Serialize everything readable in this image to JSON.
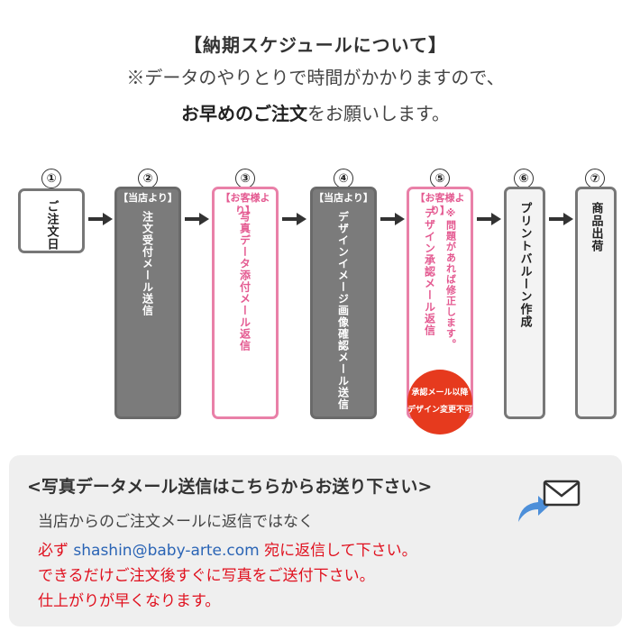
{
  "header": {
    "line1": "【納期スケジュールについて】",
    "line2": "※データのやりとりで時間がかかりますので、",
    "line3_bold": "お早めのご注文",
    "line3_rest": "をお願いします。"
  },
  "steps": [
    {
      "num": "①",
      "tag": "",
      "label": "ご注文日"
    },
    {
      "num": "②",
      "tag": "【当店より】",
      "label": "注文受付メール送信"
    },
    {
      "num": "③",
      "tag": "【お客様より】",
      "label": "写真データ添付メール返信"
    },
    {
      "num": "④",
      "tag": "【当店より】",
      "label": "デザインイメージ画像確認メール送信"
    },
    {
      "num": "⑤",
      "tag": "【お客様より】",
      "label": "デザイン承認メール返信",
      "note": "※問題があれば修正します。"
    },
    {
      "num": "⑥",
      "tag": "",
      "label": "プリントバルーン作成"
    },
    {
      "num": "⑦",
      "tag": "",
      "label": "商品出荷"
    }
  ],
  "badge": {
    "line1": "承認メール以降",
    "line2": "デザイン変更不可",
    "color": "#e63a1e"
  },
  "colors": {
    "pink": "#e980a8",
    "dark": "#7b7b7b",
    "red": "#e0101e",
    "blue": "#2a64b5",
    "panel": "#efefef"
  },
  "panel": {
    "title": "<写真データメール送信はこちらからお送り下さい>",
    "line1": "当店からのご注文メールに返信ではなく",
    "line2_pre": "必ず ",
    "email": "shashin@baby-arte.com",
    "line2_post": " 宛に返信して下さい。",
    "line3": "できるだけご注文後すぐに写真をご送付下さい。",
    "line4": "仕上がりが早くなります。"
  },
  "icons": [
    "mail-icon",
    "curved-arrow-icon",
    "arrow-right-icon"
  ]
}
